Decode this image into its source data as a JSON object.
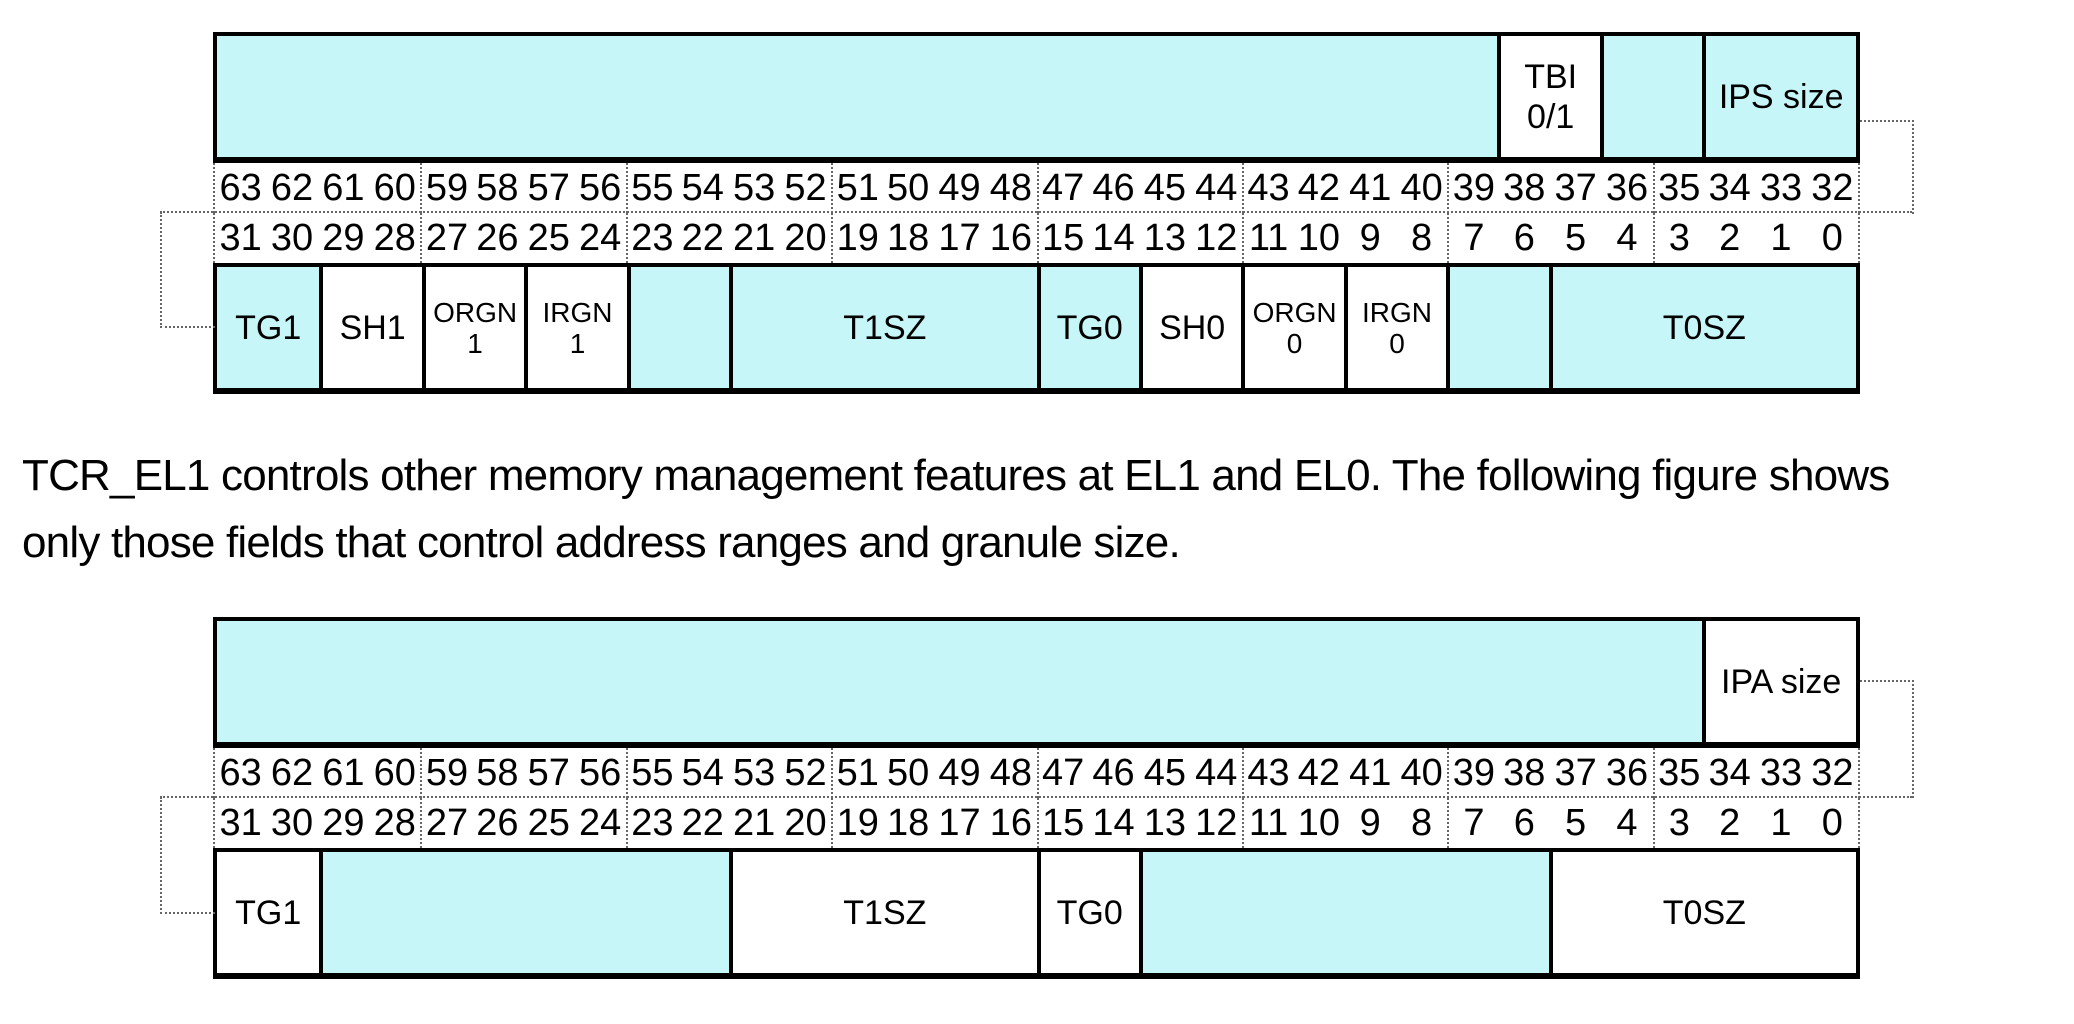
{
  "colors": {
    "cyan": "#c6f6f8",
    "white": "#ffffff",
    "border": "#000000"
  },
  "paragraph": {
    "line1": "TCR_EL1 controls other memory management features at EL1 and EL0. The following figure shows",
    "line2": "only those fields that control address ranges and granule size."
  },
  "bit_numbers": {
    "high": [
      "63",
      "62",
      "61",
      "60",
      "59",
      "58",
      "57",
      "56",
      "55",
      "54",
      "53",
      "52",
      "51",
      "50",
      "49",
      "48",
      "47",
      "46",
      "45",
      "44",
      "43",
      "42",
      "41",
      "40",
      "39",
      "38",
      "37",
      "36",
      "35",
      "34",
      "33",
      "32"
    ],
    "low": [
      "31",
      "30",
      "29",
      "28",
      "27",
      "26",
      "25",
      "24",
      "23",
      "22",
      "21",
      "20",
      "19",
      "18",
      "17",
      "16",
      "15",
      "14",
      "13",
      "12",
      "11",
      "10",
      "9",
      "8",
      "7",
      "6",
      "5",
      "4",
      "3",
      "2",
      "1",
      "0"
    ]
  },
  "figures": [
    {
      "title": "tcr-el1-all-fields",
      "upper_fields": [
        {
          "name": "field-reserved",
          "lines": [],
          "bits": 25,
          "fill": "cyan"
        },
        {
          "name": "field-tbi-0-1",
          "lines": [
            "TBI",
            "0/1"
          ],
          "bits": 2,
          "fill": "white"
        },
        {
          "name": "field-reserved",
          "lines": [],
          "bits": 2,
          "fill": "cyan"
        },
        {
          "name": "field-ips-size",
          "lines": [
            "IPS size"
          ],
          "bits": 3,
          "fill": "cyan"
        }
      ],
      "lower_fields": [
        {
          "name": "field-tg1",
          "lines": [
            "TG1"
          ],
          "bits": 2,
          "fill": "cyan"
        },
        {
          "name": "field-sh1",
          "lines": [
            "SH1"
          ],
          "bits": 2,
          "fill": "white"
        },
        {
          "name": "field-orgn1",
          "lines": [
            "ORGN",
            "1"
          ],
          "bits": 2,
          "fill": "white",
          "small": true
        },
        {
          "name": "field-irgn1",
          "lines": [
            "IRGN",
            "1"
          ],
          "bits": 2,
          "fill": "white",
          "small": true
        },
        {
          "name": "field-reserved",
          "lines": [],
          "bits": 2,
          "fill": "cyan"
        },
        {
          "name": "field-t1sz",
          "lines": [
            "T1SZ"
          ],
          "bits": 6,
          "fill": "cyan"
        },
        {
          "name": "field-tg0",
          "lines": [
            "TG0"
          ],
          "bits": 2,
          "fill": "cyan"
        },
        {
          "name": "field-sh0",
          "lines": [
            "SH0"
          ],
          "bits": 2,
          "fill": "white"
        },
        {
          "name": "field-orgn0",
          "lines": [
            "ORGN",
            "0"
          ],
          "bits": 2,
          "fill": "white",
          "small": true
        },
        {
          "name": "field-irgn0",
          "lines": [
            "IRGN",
            "0"
          ],
          "bits": 2,
          "fill": "white",
          "small": true
        },
        {
          "name": "field-reserved",
          "lines": [],
          "bits": 2,
          "fill": "cyan"
        },
        {
          "name": "field-t0sz",
          "lines": [
            "T0SZ"
          ],
          "bits": 6,
          "fill": "cyan"
        }
      ]
    },
    {
      "title": "tcr-el1-address-range-granule-fields",
      "upper_fields": [
        {
          "name": "field-reserved",
          "lines": [],
          "bits": 29,
          "fill": "cyan"
        },
        {
          "name": "field-ipa-size",
          "lines": [
            "IPA size"
          ],
          "bits": 3,
          "fill": "white"
        }
      ],
      "lower_fields": [
        {
          "name": "field-tg1",
          "lines": [
            "TG1"
          ],
          "bits": 2,
          "fill": "white"
        },
        {
          "name": "field-reserved",
          "lines": [],
          "bits": 8,
          "fill": "cyan"
        },
        {
          "name": "field-t1sz",
          "lines": [
            "T1SZ"
          ],
          "bits": 6,
          "fill": "white"
        },
        {
          "name": "field-tg0",
          "lines": [
            "TG0"
          ],
          "bits": 2,
          "fill": "white"
        },
        {
          "name": "field-reserved",
          "lines": [],
          "bits": 8,
          "fill": "cyan"
        },
        {
          "name": "field-t0sz",
          "lines": [
            "T0SZ"
          ],
          "bits": 6,
          "fill": "white"
        }
      ]
    }
  ]
}
